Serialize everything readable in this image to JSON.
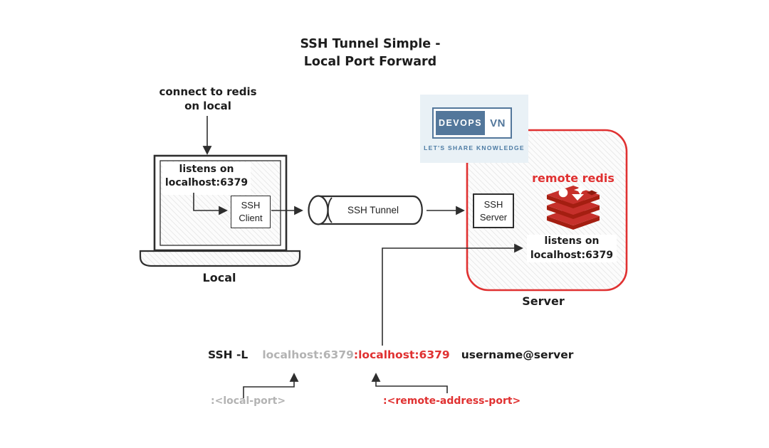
{
  "colors": {
    "ink": "#2e2e2e",
    "accent_red": "#e03131",
    "muted_gray": "#b3b3b3",
    "brand_blue": "#53779b",
    "brand_panel_bg": "#e9f1f6",
    "redis_red": "#c6302b",
    "redis_dark": "#a41e11"
  },
  "title": {
    "text": "SSH Tunnel Simple -\nLocal Port Forward"
  },
  "local": {
    "top_annotation": "connect to redis\non local",
    "screen_note": "listens on\nlocalhost:6379",
    "ssh_client_label": "SSH\nClient",
    "device_label": "Local"
  },
  "tunnel": {
    "label": "SSH Tunnel"
  },
  "server": {
    "ssh_server_label": "SSH\nServer",
    "remote_service_label": "remote redis",
    "listen_note": "listens on\nlocalhost:6379",
    "device_label": "Server"
  },
  "logo": {
    "brand_primary": "DEVOPS",
    "brand_secondary": "VN",
    "tagline": "LET'S SHARE KNOWLEDGE"
  },
  "command": {
    "prefix": "SSH -L",
    "local_segment": "localhost:6379",
    "remote_segment": ":localhost:6379",
    "target": "username@server",
    "local_annotation": ":<local-port>",
    "remote_annotation": ":<remote-address-port>"
  }
}
